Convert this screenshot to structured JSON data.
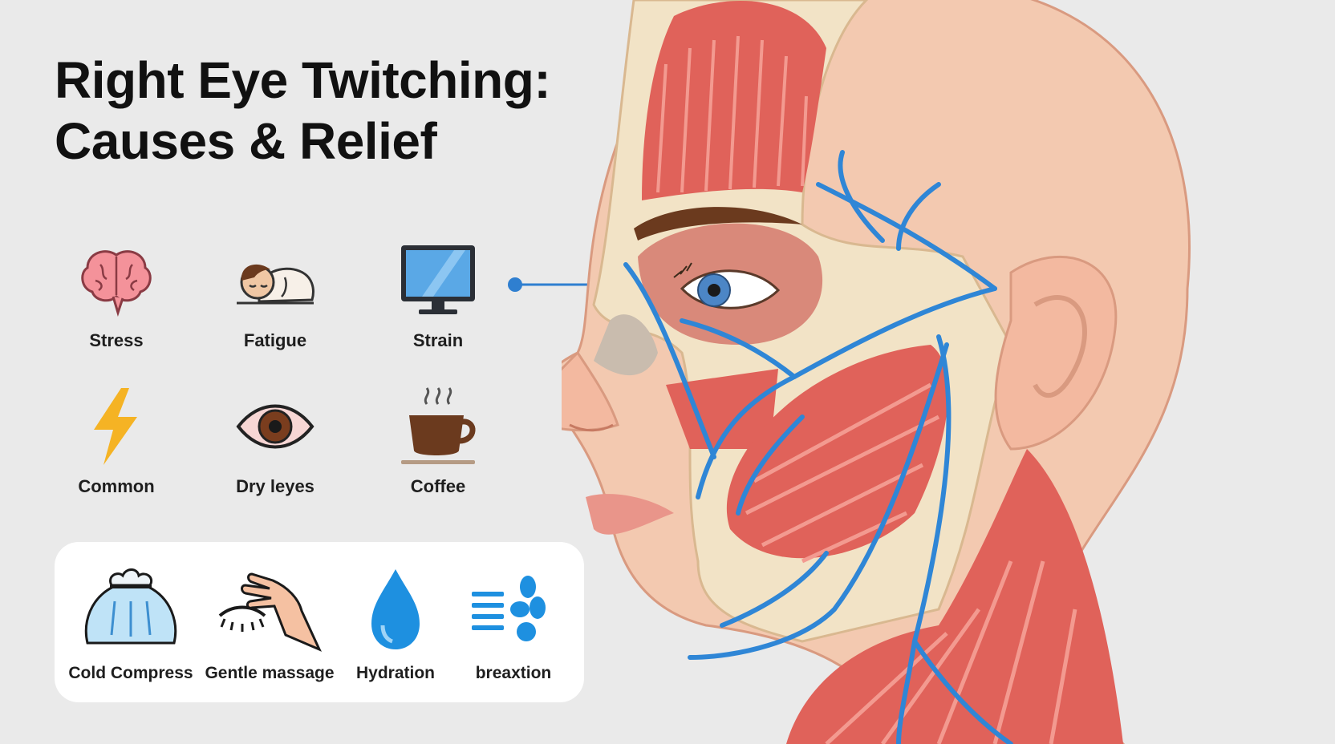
{
  "title": {
    "line1": "Right Eye Twitching:",
    "line2": "Causes & Relief"
  },
  "causes": [
    {
      "label": "Stress",
      "icon": "brain-icon"
    },
    {
      "label": "Fatigue",
      "icon": "sleeping-person-icon"
    },
    {
      "label": "Strain",
      "icon": "computer-monitor-icon"
    },
    {
      "label": "Common",
      "icon": "lightning-bolt-icon"
    },
    {
      "label": "Dry leyes",
      "icon": "eye-icon"
    },
    {
      "label": "Coffee",
      "icon": "coffee-cup-icon"
    }
  ],
  "relief": [
    {
      "label": "Cold Compress",
      "icon": "ice-bag-icon"
    },
    {
      "label": "Gentle massage",
      "icon": "hand-massage-icon"
    },
    {
      "label": "Hydration",
      "icon": "water-drop-icon"
    },
    {
      "label": "breaxtion",
      "icon": "breathing-icon"
    }
  ],
  "colors": {
    "background": "#eaeaea",
    "skin": "#f3c9b0",
    "muscle": "#e0625a",
    "nerve": "#2f86d6",
    "bone": "#f2e3c6",
    "panel": "#ffffff"
  }
}
